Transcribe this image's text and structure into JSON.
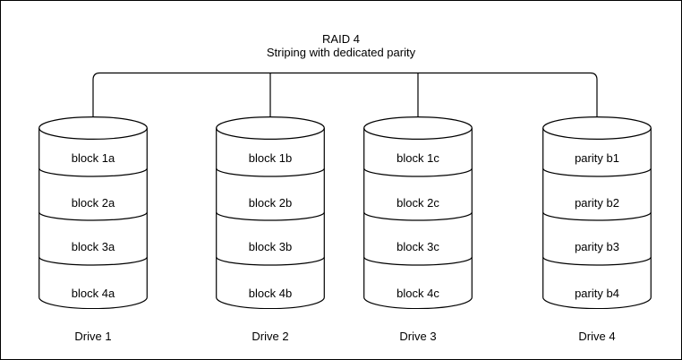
{
  "canvas": {
    "background": "#ffffff",
    "border_color": "#000000",
    "line_color": "#000000"
  },
  "title": "RAID 4",
  "subtitle": "Striping with dedicated parity",
  "drives": [
    {
      "name": "Drive 1",
      "blocks": [
        "block 1a",
        "block 2a",
        "block 3a",
        "block 4a"
      ]
    },
    {
      "name": "Drive 2",
      "blocks": [
        "block 1b",
        "block 2b",
        "block 3b",
        "block 4b"
      ]
    },
    {
      "name": "Drive 3",
      "blocks": [
        "block 1c",
        "block 2c",
        "block 3c",
        "block 4c"
      ]
    },
    {
      "name": "Drive 4",
      "blocks": [
        "parity b1",
        "parity b2",
        "parity b3",
        "parity b4"
      ]
    }
  ]
}
